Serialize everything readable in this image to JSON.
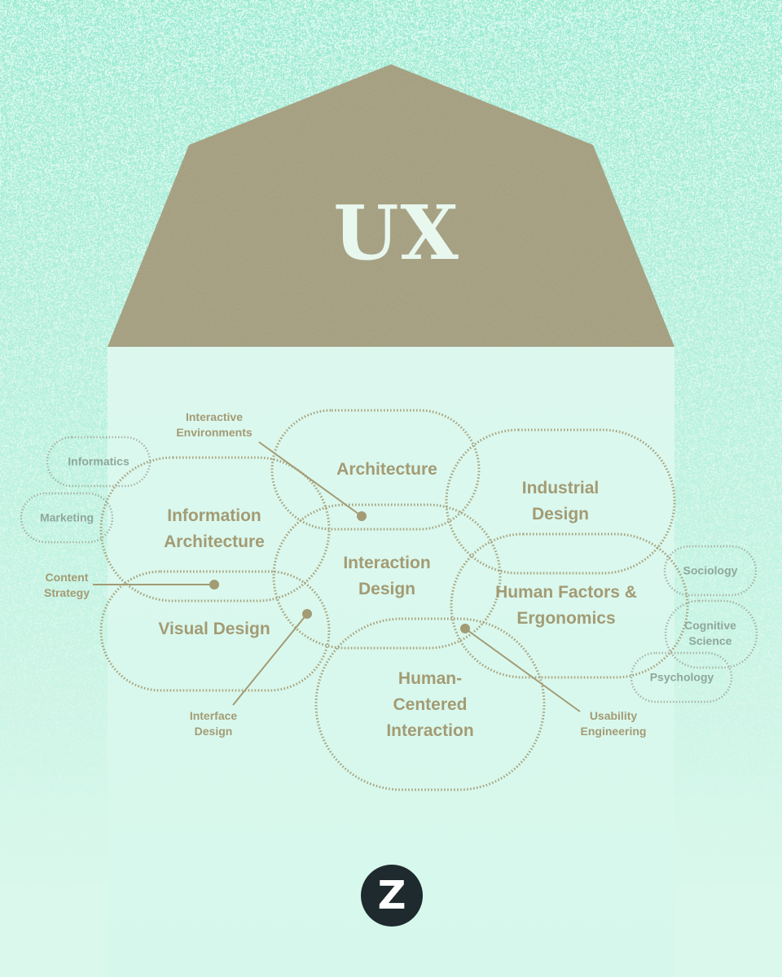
{
  "title": "UX",
  "colors": {
    "background": "#c9f3e4",
    "roof": "#a39b74",
    "house_body": "#dcf8ee",
    "outline": "#a8a47f",
    "label": "#a39b74",
    "small_label": "#8fa79c",
    "logo_bg": "#1f2a2e"
  },
  "disciplines": {
    "architecture": "Architecture",
    "industrial_design": "Industrial Design",
    "information_architecture": "Information Architecture",
    "interaction_design": "Interaction Design",
    "human_factors": "Human Factors & Ergonomics",
    "visual_design": "Visual Design",
    "human_centered_interaction": "Human-Centered Interaction"
  },
  "related_fields": {
    "informatics": "Informatics",
    "marketing": "Marketing",
    "sociology": "Sociology",
    "cognitive_science": "Cognitive Science",
    "psychology": "Psychology"
  },
  "callouts": {
    "interactive_environments": "Interactive Environments",
    "content_strategy": "Content Strategy",
    "interface_design": "Interface Design",
    "usability_engineering": "Usability Engineering"
  },
  "logo": {
    "letter": "Z",
    "icon": "z-logo-icon"
  }
}
